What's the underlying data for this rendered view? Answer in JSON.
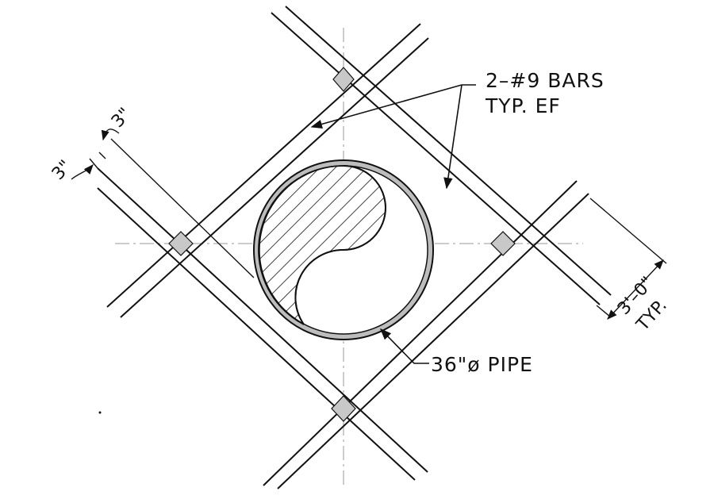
{
  "labels": {
    "bars_line1": "2–#9 BARS",
    "bars_line2": "TYP. EF",
    "pipe": "36\"ø PIPE",
    "spacing": "3'–0\"",
    "spacing_typ": "TYP.",
    "cover_left": "3\"",
    "cover_right": "3\""
  },
  "colors": {
    "line": "#111111",
    "centerline": "#9a9a9a",
    "intersection_fill": "#c8c8c8",
    "pipe_wall": "#bdbdbd"
  }
}
